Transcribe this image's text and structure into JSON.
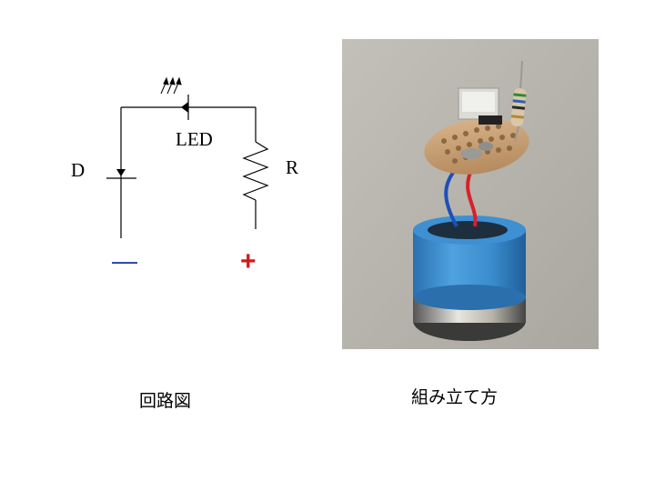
{
  "schematic": {
    "led_label": "LED",
    "diode_label": "D",
    "resistor_label": "R",
    "minus_sign": "—",
    "plus_sign": "+",
    "line_color": "#000000",
    "minus_color": "#1f3fa8",
    "plus_color": "#d01a1a"
  },
  "photo": {
    "description_icon": "assembled-led-module-photo",
    "background_color": "#b9b7ae",
    "sleeve_color": "#3d8fd0",
    "board_color": "#c8a277",
    "wire_colors": [
      "#1d4fb8",
      "#d8202a"
    ]
  },
  "captions": {
    "circuit": "回路図",
    "assembly": "組み立て方"
  }
}
